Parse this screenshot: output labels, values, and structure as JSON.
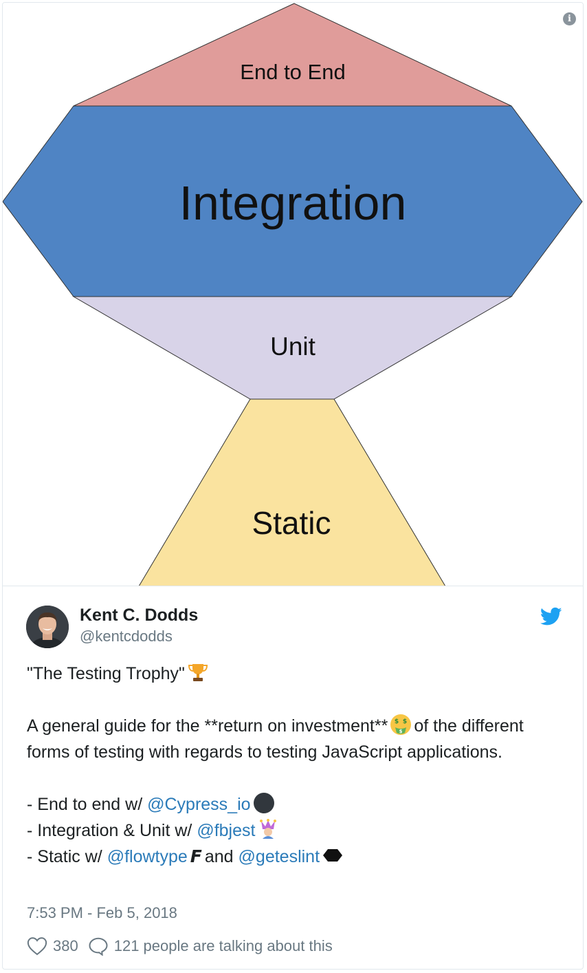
{
  "media": {
    "sections": {
      "end_to_end": "End to End",
      "integration": "Integration",
      "unit": "Unit",
      "static": "Static"
    },
    "colors": {
      "end_to_end": "#e09c9a",
      "integration": "#4f84c4",
      "unit": "#d8d3e8",
      "static": "#fae39f"
    },
    "info_icon": "i"
  },
  "tweet": {
    "author": {
      "name": "Kent C. Dodds",
      "handle": "@kentcdodds"
    },
    "platform_icon": "twitter-bird-icon",
    "text": {
      "line1": "\"The Testing Trophy\"",
      "para2_a": "A general guide for the **return on investment**",
      "para2_b": "of the different forms of testing with regards to testing JavaScript applications.",
      "list": [
        {
          "prefix": "- End to end w/ ",
          "mention": "@Cypress_io"
        },
        {
          "prefix": "- Integration & Unit w/ ",
          "mention": "@fbjest"
        },
        {
          "prefix": "- Static w/ ",
          "mention": "@flowtype",
          "glyph": "F",
          "mid": "and ",
          "mention2": "@geteslint"
        }
      ]
    },
    "timestamp": "7:53 PM - Feb 5, 2018",
    "likes": "380",
    "replies": "121 people are talking about this"
  }
}
